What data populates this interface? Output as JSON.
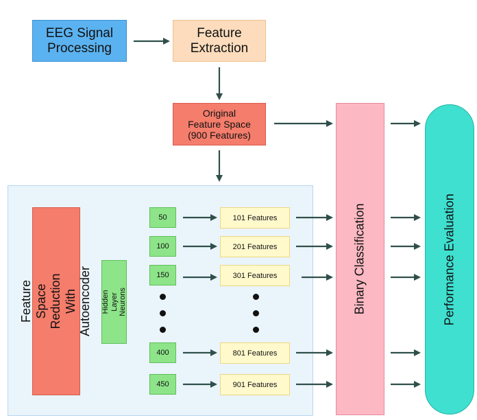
{
  "nodes": {
    "eeg_processing": "EEG Signal\nProcessing",
    "feature_extraction": "Feature\nExtraction",
    "original_feature_space": "Original\nFeature Space\n(900 Features)",
    "reduction_title": "Feature Space Reduction\nWith Autoencoder",
    "hidden_layer": "Hidden Layer\nNeurons",
    "binary_classification": "Binary Classification",
    "performance_evaluation": "Performance Evaluation"
  },
  "rows": [
    {
      "neurons": "50",
      "features": "101 Features"
    },
    {
      "neurons": "100",
      "features": "201 Features"
    },
    {
      "neurons": "150",
      "features": "301 Features"
    },
    {
      "neurons": "400",
      "features": "801 Features"
    },
    {
      "neurons": "450",
      "features": "901 Features"
    }
  ],
  "colors": {
    "blue": "#5bb2f0",
    "peach": "#fcdcbc",
    "salmon": "#f47d6c",
    "green": "#8de489",
    "yellow": "#fff9cc",
    "pink": "#fdb9c3",
    "teal": "#3fe0d0",
    "panel": "#eaf4fb",
    "arrow": "#2f4f4a"
  }
}
